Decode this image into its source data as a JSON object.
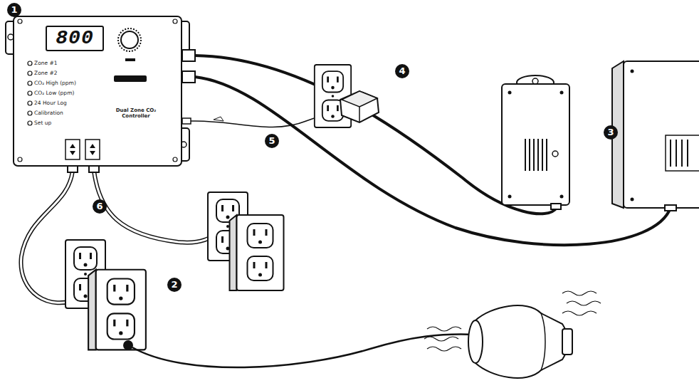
{
  "diagram": {
    "nodes": [
      {
        "text": [
          "Zone #1",
          "Zone #2",
          "CO₂ High (ppm)",
          "CO₂ Low (ppm)",
          "24 Hour Log",
          "Calibration",
          "Set up",
          "Dual Zone CO₂ Controller"
        ]
      },
      {
        "text": [
          "800"
        ],
        "in": 0
      }
    ],
    "labels": [
      "1",
      "2",
      "3",
      "4",
      "5",
      "6"
    ]
  }
}
